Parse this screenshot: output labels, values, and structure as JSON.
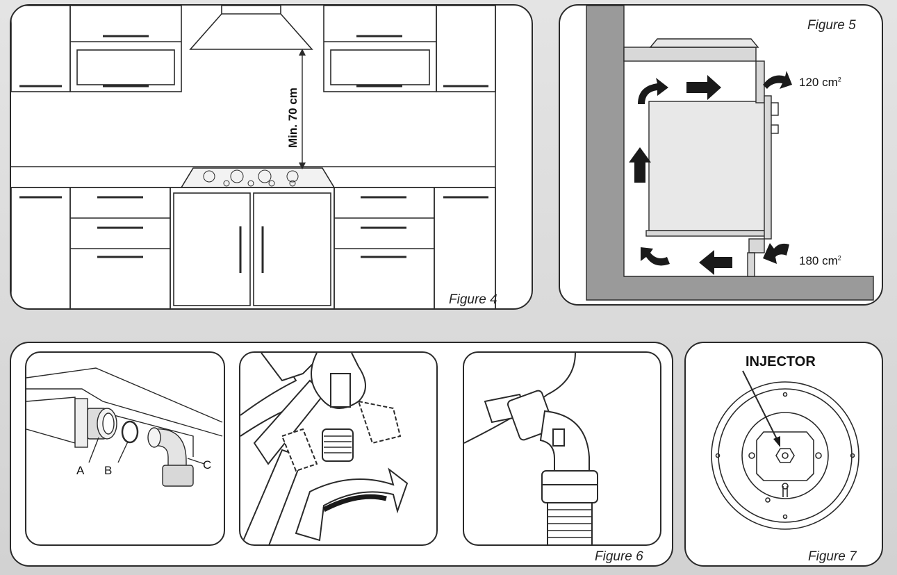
{
  "figures": {
    "fig4": {
      "caption": "Figure 4",
      "dimension_label": "Min. 70 cm"
    },
    "fig5": {
      "caption": "Figure 5",
      "top_vent": "120 cm",
      "bottom_vent": "180 cm",
      "unit_exponent": "2"
    },
    "fig6": {
      "caption": "Figure 6",
      "part_a": "A",
      "part_b": "B",
      "part_c": "C"
    },
    "fig7": {
      "caption": "Figure 7",
      "title": "INJECTOR"
    }
  },
  "colors": {
    "line": "#2a2a2a",
    "wall": "#9a9a9a",
    "arrow": "#1a1a1a",
    "fill_light": "#e8e8e8"
  }
}
